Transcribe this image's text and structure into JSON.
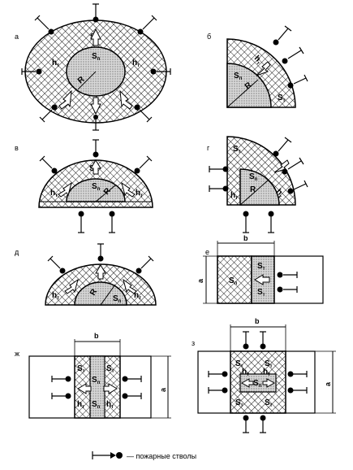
{
  "panels": {
    "a": {
      "letter": "а",
      "labels": [
        "S",
        "S",
        "h",
        "h",
        "R"
      ]
    },
    "b": {
      "letter": "б",
      "labels": [
        "S",
        "h",
        "R",
        "S"
      ]
    },
    "v": {
      "letter": "в",
      "labels": [
        "S",
        "S",
        "h",
        "R",
        "h"
      ]
    },
    "g": {
      "letter": "г",
      "labels": [
        "S",
        "S",
        "h",
        "R",
        "h"
      ]
    },
    "d": {
      "letter": "д",
      "labels": [
        "S",
        "h",
        "R",
        "S",
        "h"
      ]
    },
    "e": {
      "letter": "е",
      "labels": [
        "S",
        "S",
        "S"
      ],
      "dims": [
        "b",
        "a"
      ]
    },
    "zh": {
      "letter": "ж",
      "labels": [
        "S",
        "S",
        "h",
        "h",
        "S",
        "S"
      ],
      "dims": [
        "b",
        "a"
      ]
    },
    "z": {
      "letter": "з",
      "labels": [
        "S",
        "S",
        "h",
        "h",
        "S",
        "S",
        "S"
      ],
      "dims": [
        "b",
        "a"
      ]
    }
  },
  "subscripts": {
    "front": "т",
    "area": "п"
  },
  "legend": {
    "text": "— пожарные стволы"
  }
}
